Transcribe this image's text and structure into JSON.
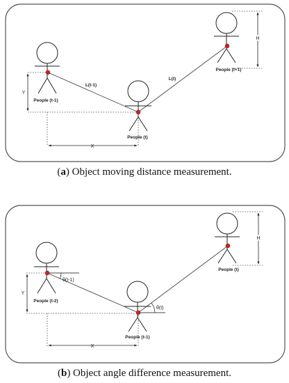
{
  "panel_a": {
    "people_left": "People (t-1)",
    "people_mid": "People (t)",
    "people_right": "People (t+1)",
    "line_left": "L(t-1)",
    "line_right": "L(t)",
    "dim_x": "X",
    "dim_y": "Y",
    "dim_h": "H",
    "caption_open": "(",
    "caption_letter": "a",
    "caption_text": ") Object moving distance measurement."
  },
  "panel_b": {
    "people_left": "People (t-2)",
    "people_mid": "People (t-1)",
    "people_right": "People (t)",
    "angle_left": "θ(t-1)",
    "angle_mid": "θ(t)",
    "dim_x": "X",
    "dim_y": "Y",
    "dim_h": "H",
    "caption_open": "(",
    "caption_letter": "b",
    "caption_text": ") Object angle difference measurement."
  },
  "colors": {
    "frame": "#555555",
    "stroke": "#222222",
    "joint": "#cc2222"
  }
}
